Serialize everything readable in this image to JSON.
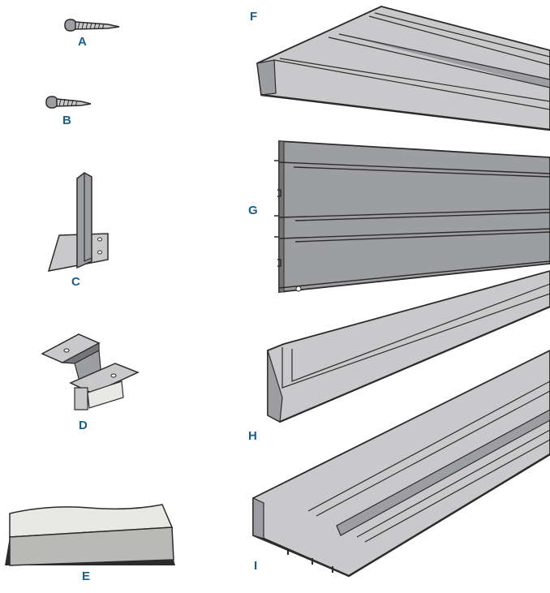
{
  "colors": {
    "label": "#1a5f8c",
    "outline": "#2b2b2b",
    "metal_light": "#c9c9cb",
    "metal_mid": "#9d9ea1",
    "metal_dark": "#747579",
    "foam_top": "#e8e8e4",
    "foam_side": "#b9b9b7"
  },
  "parts": [
    {
      "id": "A",
      "label": "A",
      "kind": "screw-long"
    },
    {
      "id": "B",
      "label": "B",
      "kind": "screw-short"
    },
    {
      "id": "C",
      "label": "C",
      "kind": "angle-bracket"
    },
    {
      "id": "D",
      "label": "D",
      "kind": "hanger-clip"
    },
    {
      "id": "E",
      "label": "E",
      "kind": "foam-seal"
    },
    {
      "id": "F",
      "label": "F",
      "kind": "top-channel"
    },
    {
      "id": "G",
      "label": "G",
      "kind": "wide-panel-extrusion"
    },
    {
      "id": "H",
      "label": "H",
      "kind": "j-channel"
    },
    {
      "id": "I",
      "label": "I",
      "kind": "base-track"
    }
  ]
}
